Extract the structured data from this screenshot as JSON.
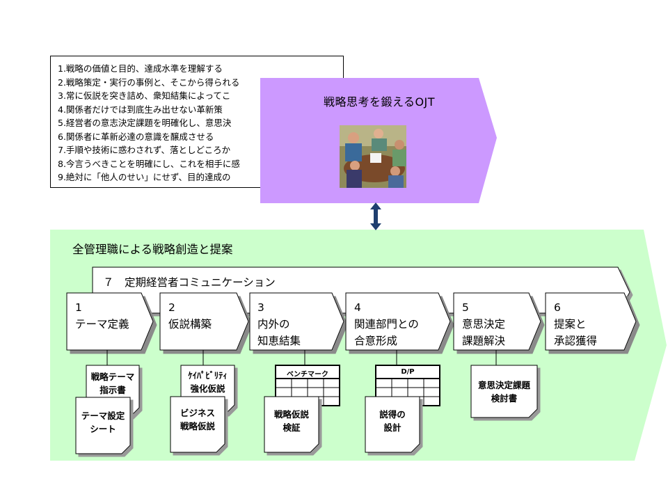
{
  "principles": [
    "1.戦略の価値と目的、達成水準を理解する",
    "2.戦略策定・実行の事例と、そこから得られる",
    "3.常に仮説を突き詰め、衆知結集によってこ",
    "4.関係者だけでは到底生み出せない革新策",
    "5.経営者の意志決定課題を明確化し、意思決",
    "6.関係者に革新必達の意識を醸成させる",
    "7.手順や技術に惑わされず、落としどころか",
    "8.今言うべきことを明確にし、これを相手に感",
    "9.絶対に「他人のせい」にせず、目的達成の"
  ],
  "ojt": {
    "title": "戦略思考を鍛えるOJT"
  },
  "main": {
    "title": "全管理職による戦略創造と提案",
    "communication": "７　定期経営者コミュニケーション"
  },
  "steps": [
    {
      "num": "1",
      "line1": "テーマ定義",
      "line2": ""
    },
    {
      "num": "2",
      "line1": "仮説構築",
      "line2": ""
    },
    {
      "num": "3",
      "line1": "内外の",
      "line2": "知恵結集"
    },
    {
      "num": "4",
      "line1": "関連部門との",
      "line2": "合意形成"
    },
    {
      "num": "5",
      "line1": "意思決定",
      "line2": "課題解決"
    },
    {
      "num": "6",
      "line1": "提案と",
      "line2": "承認獲得"
    }
  ],
  "documents": {
    "d1_back": {
      "line1": "戦略テーマ",
      "line2": "指示書"
    },
    "d1_front": {
      "line1": "テーマ設定",
      "line2": "シート"
    },
    "d2_back": {
      "line1": "ｹｲﾊﾟﾋﾞﾘﾃｨ",
      "line2": "強化仮説"
    },
    "d2_front": {
      "line1": "ビジネス",
      "line2": "戦略仮説"
    },
    "d3_table": "ベンチマーク",
    "d3_front": {
      "line1": "戦略仮説",
      "line2": "検証"
    },
    "d4_table": "D/P",
    "d4_front": {
      "line1": "説得の",
      "line2": "設計"
    },
    "d5": {
      "line1": "意思決定課題",
      "line2": "検討書"
    }
  },
  "colors": {
    "ojt_purple": "#CC99FF",
    "green_bg": "#CCFFCC",
    "arrow_navy": "#1F3F6F"
  }
}
